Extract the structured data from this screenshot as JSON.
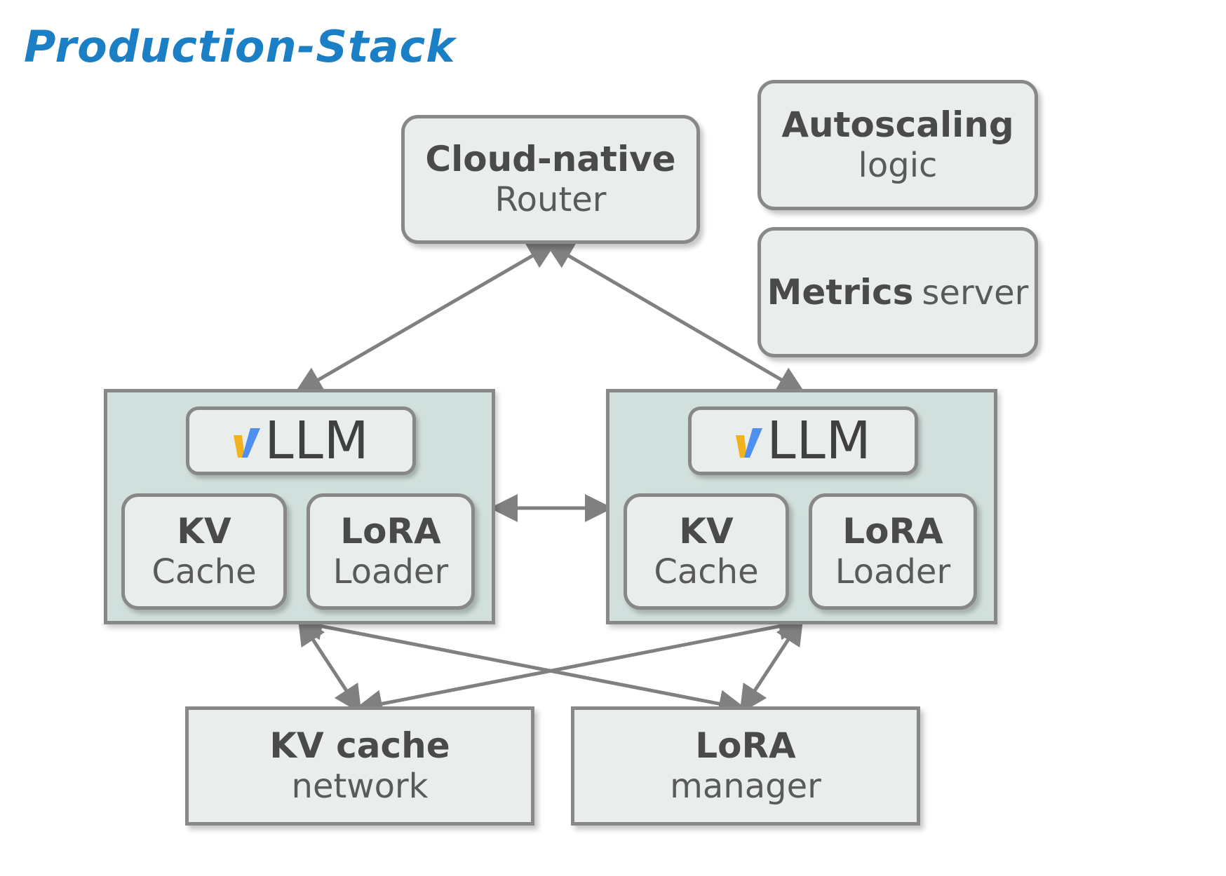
{
  "title": "Production-Stack",
  "router": {
    "bold": "Cloud-native",
    "normal": "Router"
  },
  "autoscaling": {
    "bold": "Autoscaling",
    "normal": "logic"
  },
  "metrics": {
    "bold": "Metrics",
    "normal": "server"
  },
  "engines": [
    {
      "brand": "LLM",
      "kv_bold": "KV",
      "kv_normal": "Cache",
      "lora_bold": "LoRA",
      "lora_normal": "Loader"
    },
    {
      "brand": "LLM",
      "kv_bold": "KV",
      "kv_normal": "Cache",
      "lora_bold": "LoRA",
      "lora_normal": "Loader"
    }
  ],
  "kv_network": {
    "bold": "KV cache",
    "normal": "network"
  },
  "lora_manager": {
    "bold": "LoRA",
    "normal": "manager"
  },
  "colors": {
    "title": "#1a7fc4",
    "logo_yellow": "#f2b21f",
    "logo_blue": "#4f8ff0",
    "border": "#888888"
  }
}
